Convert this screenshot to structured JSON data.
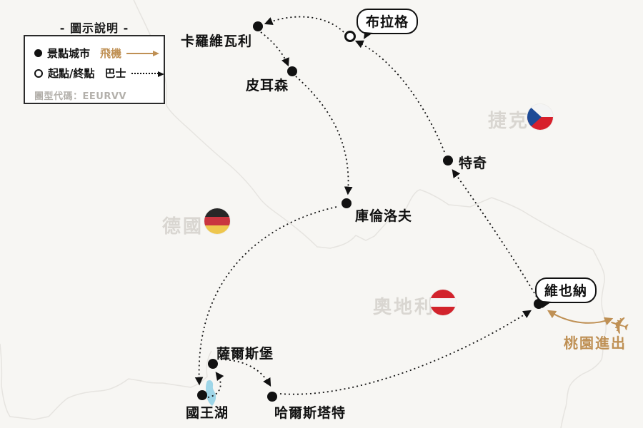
{
  "legend": {
    "title": "- 圖示說明 -",
    "city_marker_label": "景點城市",
    "terminal_marker_label": "起點/終點",
    "flight_label": "飛機",
    "bus_label": "巴士",
    "group_code": "團型代碼：EEURVV"
  },
  "countries": [
    {
      "name": "捷克",
      "flag": "czech-flag"
    },
    {
      "name": "德國",
      "flag": "german-flag"
    },
    {
      "name": "奧地利",
      "flag": "austrian-flag"
    }
  ],
  "cities": [
    {
      "name": "布拉格",
      "marker": "start-end-circle"
    },
    {
      "name": "卡羅維瓦利",
      "marker": "city-dot"
    },
    {
      "name": "皮耳森",
      "marker": "city-dot"
    },
    {
      "name": "特奇",
      "marker": "city-dot"
    },
    {
      "name": "庫倫洛夫",
      "marker": "city-dot"
    },
    {
      "name": "維也納",
      "marker": "city-dot"
    },
    {
      "name": "薩爾斯堡",
      "marker": "city-dot"
    },
    {
      "name": "國王湖",
      "marker": "city-dot"
    },
    {
      "name": "哈爾斯塔特",
      "marker": "city-dot"
    }
  ],
  "flight_note": {
    "label": "桃園進出",
    "icon": "airplane-icon"
  },
  "routes": {
    "bus": [
      [
        "布拉格",
        "卡羅維瓦利"
      ],
      [
        "卡羅維瓦利",
        "皮耳森"
      ],
      [
        "皮耳森",
        "庫倫洛夫"
      ],
      [
        "庫倫洛夫",
        "國王湖"
      ],
      [
        "國王湖",
        "薩爾斯堡"
      ],
      [
        "薩爾斯堡",
        "哈爾斯塔特"
      ],
      [
        "哈爾斯塔特",
        "維也納"
      ],
      [
        "維也納",
        "特奇"
      ],
      [
        "特奇",
        "布拉格"
      ]
    ],
    "flight": [
      [
        "桃園",
        "維也納"
      ],
      [
        "維也納",
        "桃園"
      ]
    ]
  },
  "colors": {
    "background": "#f7f6f3",
    "route": "#111111",
    "flight_accent": "#bf9054",
    "country_label": "#d9d6d1",
    "border_line": "#e6e4e0",
    "lake": "#9fd6e8"
  }
}
